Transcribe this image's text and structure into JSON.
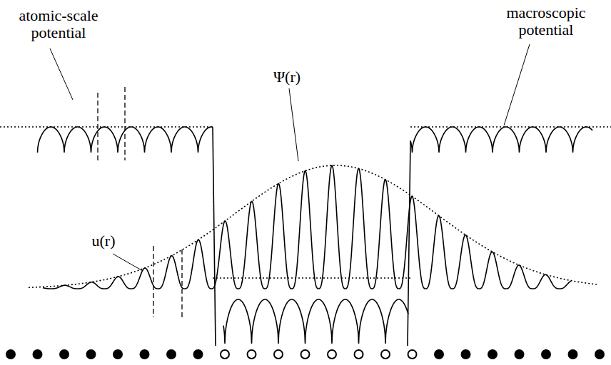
{
  "diagram": {
    "labels": [
      "atomic-scale potential",
      "macroscopic potential",
      "Ψ(r)",
      "u(r)"
    ]
  }
}
